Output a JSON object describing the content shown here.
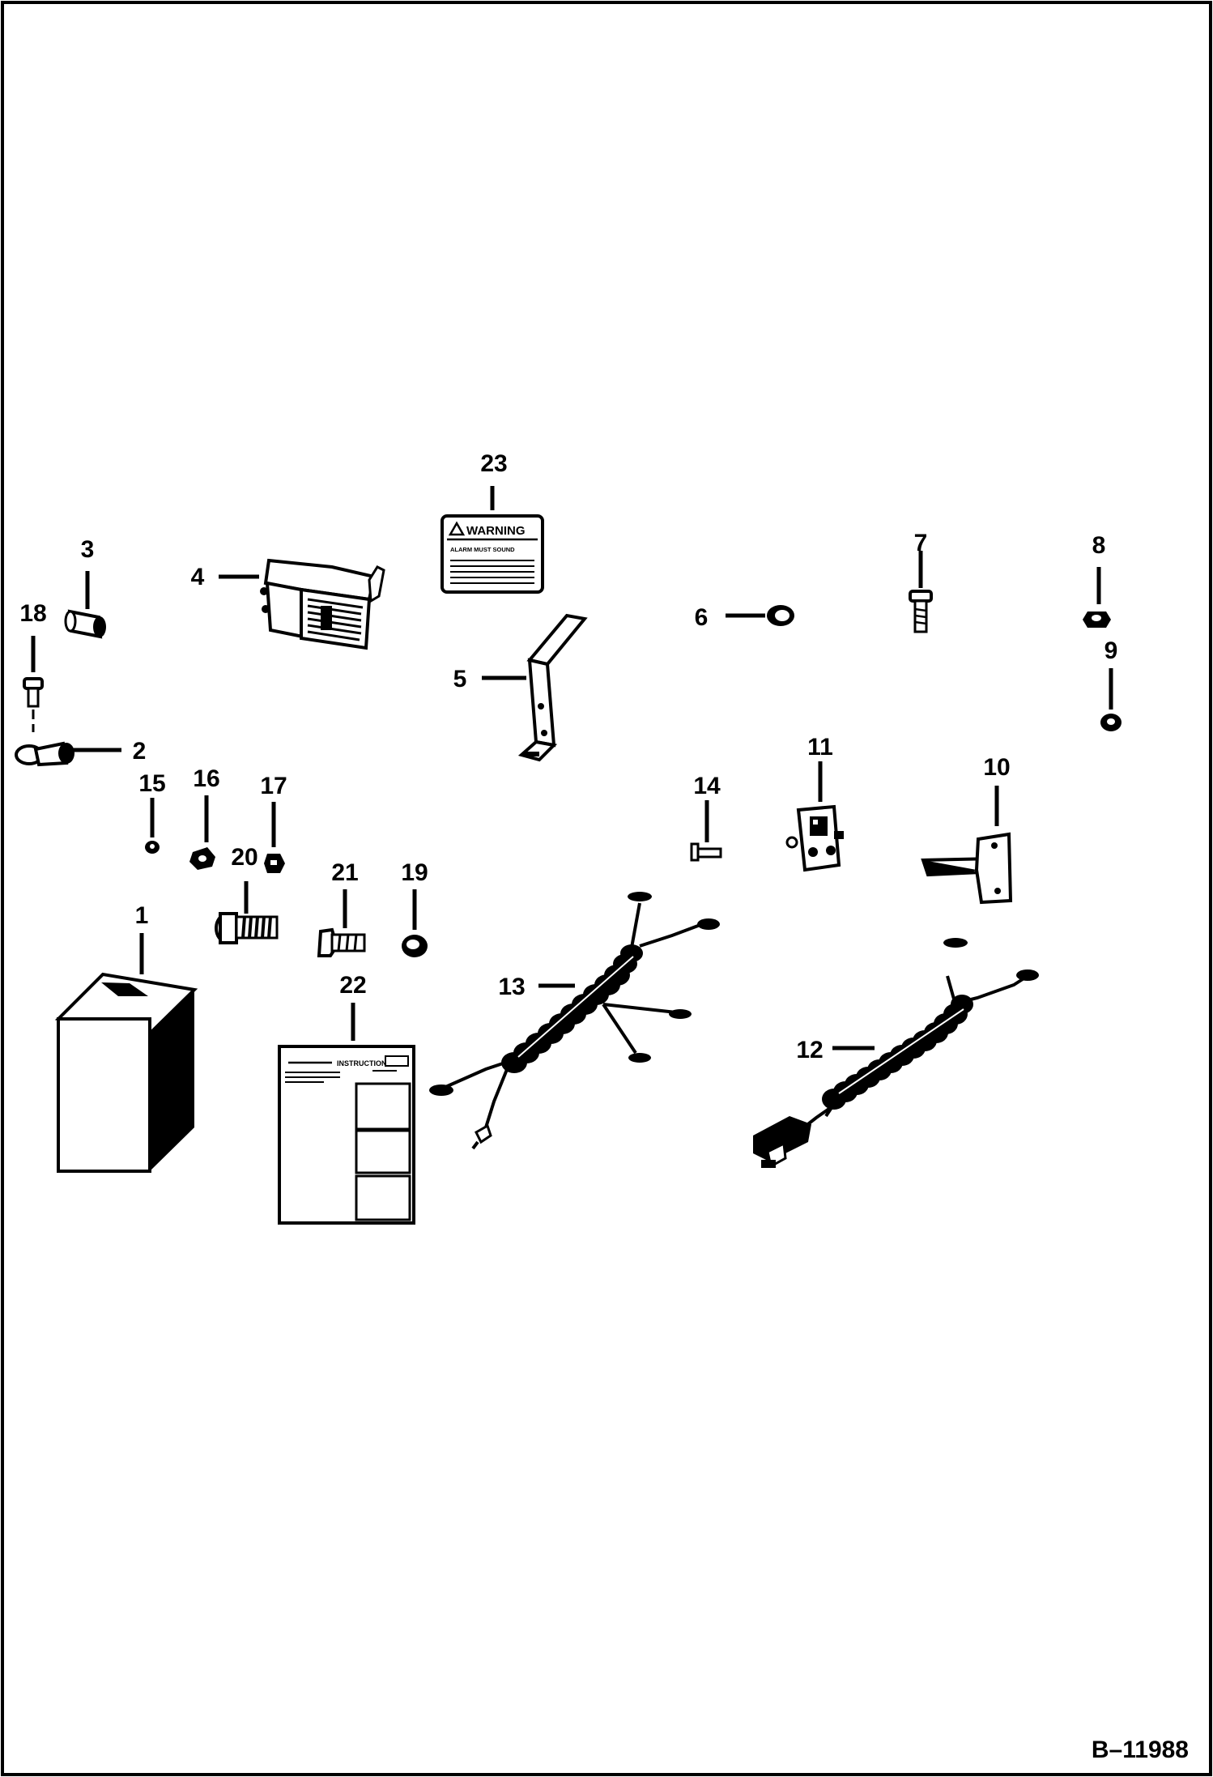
{
  "figure_id": "B–11988",
  "warning_decal": {
    "heading": "WARNING",
    "subtext": "ALARM MUST SOUND"
  },
  "instructions_sheet": {
    "heading": "INSTRUCTIONS"
  },
  "callouts": [
    "1",
    "2",
    "3",
    "4",
    "5",
    "6",
    "7",
    "8",
    "9",
    "10",
    "11",
    "12",
    "13",
    "14",
    "15",
    "16",
    "17",
    "18",
    "19",
    "20",
    "21",
    "22",
    "23"
  ]
}
